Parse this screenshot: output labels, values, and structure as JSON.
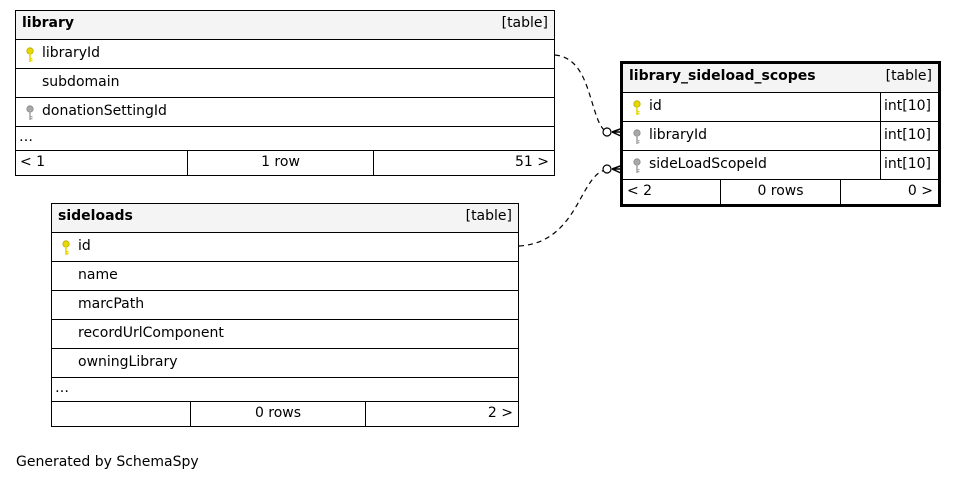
{
  "tables": {
    "library": {
      "name": "library",
      "type": "[table]",
      "columns": [
        "libraryId",
        "subdomain",
        "donationSettingId"
      ],
      "ellipsis": "…",
      "footer": {
        "left": "< 1",
        "center": "1 row",
        "right": "51 >"
      }
    },
    "sideloads": {
      "name": "sideloads",
      "type": "[table]",
      "columns": [
        "id",
        "name",
        "marcPath",
        "recordUrlComponent",
        "owningLibrary"
      ],
      "ellipsis": "…",
      "footer": {
        "left": "",
        "center": "0 rows",
        "right": "2 >"
      }
    },
    "library_sideload_scopes": {
      "name": "library_sideload_scopes",
      "type": "[table]",
      "columns": [
        {
          "name": "id",
          "type": "int[10]"
        },
        {
          "name": "libraryId",
          "type": "int[10]"
        },
        {
          "name": "sideLoadScopeId",
          "type": "int[10]"
        }
      ],
      "footer": {
        "left": "< 2",
        "center": "0 rows",
        "right": "0 >"
      }
    }
  },
  "icons": {
    "primary_key": "key-icon-gold",
    "foreign_key": "key-icon-gray"
  },
  "colors": {
    "primary_key": "#e8d800",
    "foreign_key": "#a8a8a8",
    "header_bg": "#f4f4f4"
  },
  "footer_note": "Generated by SchemaSpy"
}
